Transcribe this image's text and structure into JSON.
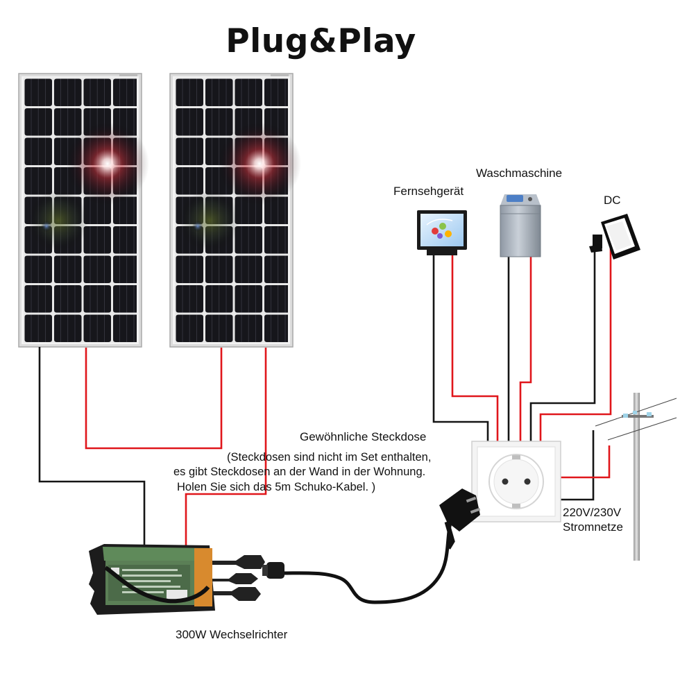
{
  "title": "Plug&Play",
  "labels": {
    "tv": "Fernsehgerät",
    "washer": "Waschmaschine",
    "dc": "DC",
    "socket": "Gewöhnliche Steckdose",
    "note_line1": "(Steckdosen sind nicht im Set enthalten,",
    "note_line2": "es gibt Steckdosen an der Wand in der Wohnung.",
    "note_line3": "Holen Sie sich das 5m Schuko-Kabel. )",
    "grid_line1": "220V/230V",
    "grid_line2": "Stromnetze",
    "inverter": "300W Wechselrichter"
  },
  "colors": {
    "positive_wire": "#e0161b",
    "negative_wire": "#151515",
    "panel_cell": "#15151a",
    "panel_frame": "#d8d8d8",
    "inverter_body": "#5f8a5a",
    "inverter_accent": "#d88a2e"
  },
  "icons": [
    "solar-panel-icon",
    "microinverter-icon",
    "television-icon",
    "washing-machine-icon",
    "floodlight-icon",
    "schuko-socket-icon",
    "schuko-plug-icon",
    "utility-pole-icon"
  ]
}
